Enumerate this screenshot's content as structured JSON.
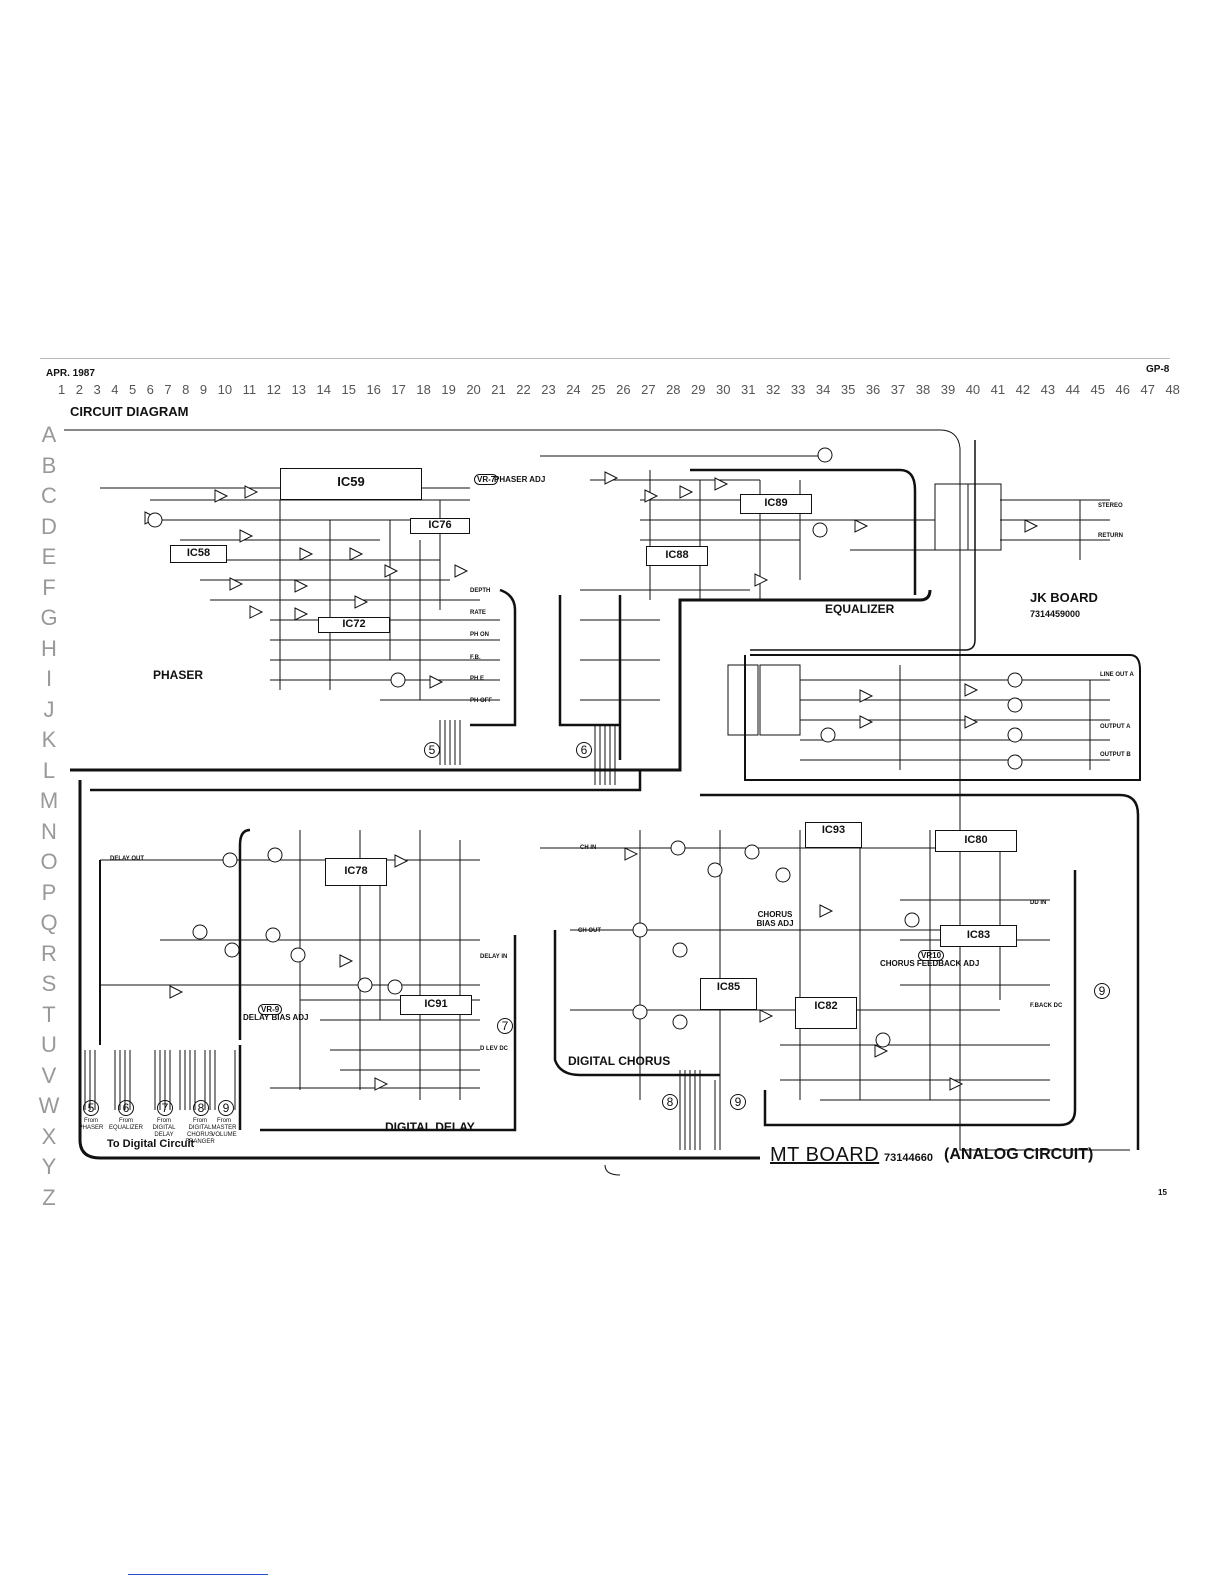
{
  "header": {
    "date": "APR. 1987",
    "model": "GP-8",
    "page_number": "15"
  },
  "grid": {
    "columns": [
      "1",
      "2",
      "3",
      "4",
      "5",
      "6",
      "7",
      "8",
      "9",
      "10",
      "11",
      "12",
      "13",
      "14",
      "15",
      "16",
      "17",
      "18",
      "19",
      "20",
      "21",
      "22",
      "23",
      "24",
      "25",
      "26",
      "27",
      "28",
      "29",
      "30",
      "31",
      "32",
      "33",
      "34",
      "35",
      "36",
      "37",
      "38",
      "39",
      "40",
      "41",
      "42",
      "43",
      "44",
      "45",
      "46",
      "47",
      "48"
    ],
    "rows": [
      "A",
      "B",
      "C",
      "D",
      "E",
      "F",
      "G",
      "H",
      "I",
      "J",
      "K",
      "L",
      "M",
      "N",
      "O",
      "P",
      "Q",
      "R",
      "S",
      "T",
      "U",
      "V",
      "W",
      "X",
      "Y",
      "Z"
    ]
  },
  "title": "CIRCUIT DIAGRAM",
  "sections": {
    "phaser": "PHASER",
    "equalizer": "EQUALIZER",
    "jk_board": "JK BOARD",
    "jk_board_number": "7314459000",
    "digital_delay": "DIGITAL DELAY",
    "digital_chorus": "DIGITAL CHORUS",
    "to_digital": "To Digital Circuit",
    "mt_board": "MT BOARD",
    "mt_board_number": "73144660",
    "mt_board_suffix": "(ANALOG CIRCUIT)"
  },
  "ics": {
    "ic59": "IC59",
    "ic76": "IC76",
    "ic58": "IC58",
    "ic72": "IC72",
    "ic88": "IC88",
    "ic89": "IC89",
    "ic78": "IC78",
    "ic91": "IC91",
    "ic93": "IC93",
    "ic80": "IC80",
    "ic83": "IC83",
    "ic85": "IC85",
    "ic82": "IC82"
  },
  "adjust_labels": {
    "phaser_adj": "PHASER ADJ",
    "vr7": "VR-7",
    "delay_bias": "DELAY BIAS ADJ",
    "vr9": "VR-9",
    "chorus_bias": "CHORUS BIAS ADJ",
    "vr10": "VR10",
    "chorus_feedback": "CHORUS FEEDBACK ADJ"
  },
  "signal_labels": {
    "depth": "DEPTH",
    "rate": "RATE",
    "ph_on": "PH ON",
    "fb": "F.B.",
    "ph_e": "PH E",
    "ph_off": "PH OFF",
    "delay_out": "DELAY OUT",
    "delay_in": "DELAY IN",
    "d_lev": "D LEV DC",
    "f_back": "F.BACK DC",
    "ch_in": "CH IN",
    "ch_out": "CH OUT",
    "dd_in": "DD IN",
    "output_a": "OUTPUT A",
    "output_b": "OUTPUT B",
    "line_out_a": "LINE OUT A",
    "stereo": "STEREO",
    "return": "RETURN"
  },
  "connectors": {
    "c5": "5",
    "c6": "6",
    "c7": "7",
    "c8": "8",
    "c9": "9"
  },
  "from_labels": {
    "f5": "From PHASER",
    "f6": "From EQUALIZER",
    "f7": "From DIGITAL DELAY",
    "f8": "From DIGITAL CHORUS FRANGER",
    "f9": "From MASTER VOLUME"
  }
}
